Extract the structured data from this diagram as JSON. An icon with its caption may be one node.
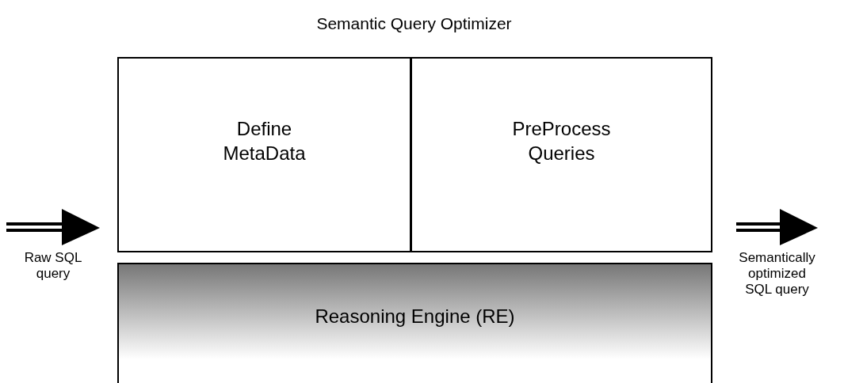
{
  "diagram": {
    "title": "Semantic Query Optimizer",
    "nodes": [
      {
        "text": [
          "Define MetaData"
        ]
      },
      {
        "text": [
          "PreProcess Queries"
        ]
      },
      {
        "text": [
          "Reasoning Engine (RE)"
        ]
      }
    ],
    "edges": [
      {
        "from": null,
        "to": 0,
        "arrow": "to",
        "label": "Raw SQL query"
      },
      {
        "from": 1,
        "to": null,
        "arrow": "to",
        "label": "Semantically optimized SQL query"
      }
    ]
  }
}
